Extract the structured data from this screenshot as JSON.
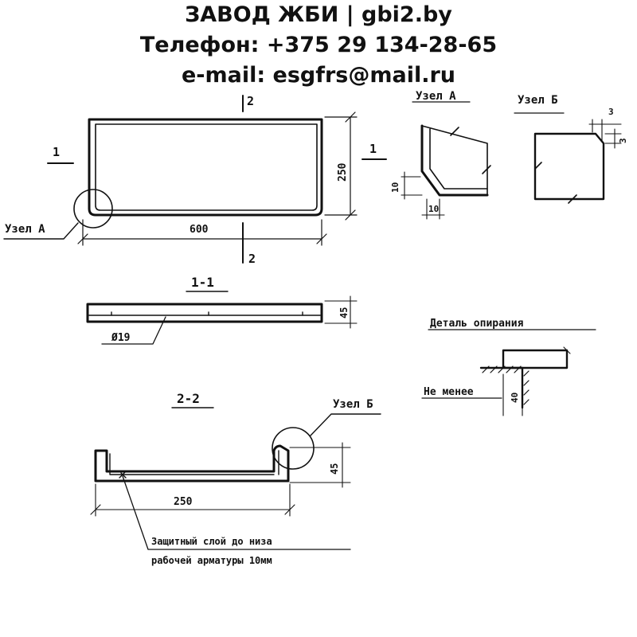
{
  "header": {
    "line1": "ЗАВОД ЖБИ | gbi2.by",
    "line2": "Телефон: +375 29 134-28-65",
    "line3": "e-mail: esgfrs@mail.ru"
  },
  "drawing": {
    "section_marks": [
      "1",
      "1",
      "2",
      "2"
    ],
    "node_a_callout": "Узел А",
    "node_a_title": "Узел А",
    "node_b_title": "Узел Б",
    "node_b_callout": "Узел Б",
    "dim_height": "250",
    "dim_length": "600",
    "dim_node_a_v": "10",
    "dim_node_a_h": "10",
    "dim_node_b_1": "3",
    "dim_node_b_2": "3",
    "section_1_title": "1-1",
    "section_1_thickness": "45",
    "section_1_rebar": "Ø19",
    "section_2_title": "2-2",
    "section_2_width": "250",
    "section_2_height": "45",
    "support_title": "Деталь опирания",
    "support_label": "Не менее",
    "support_dim": "40",
    "note_line1": "Защитный слой до низа",
    "note_line2": "рабочей арматуры 10мм"
  }
}
